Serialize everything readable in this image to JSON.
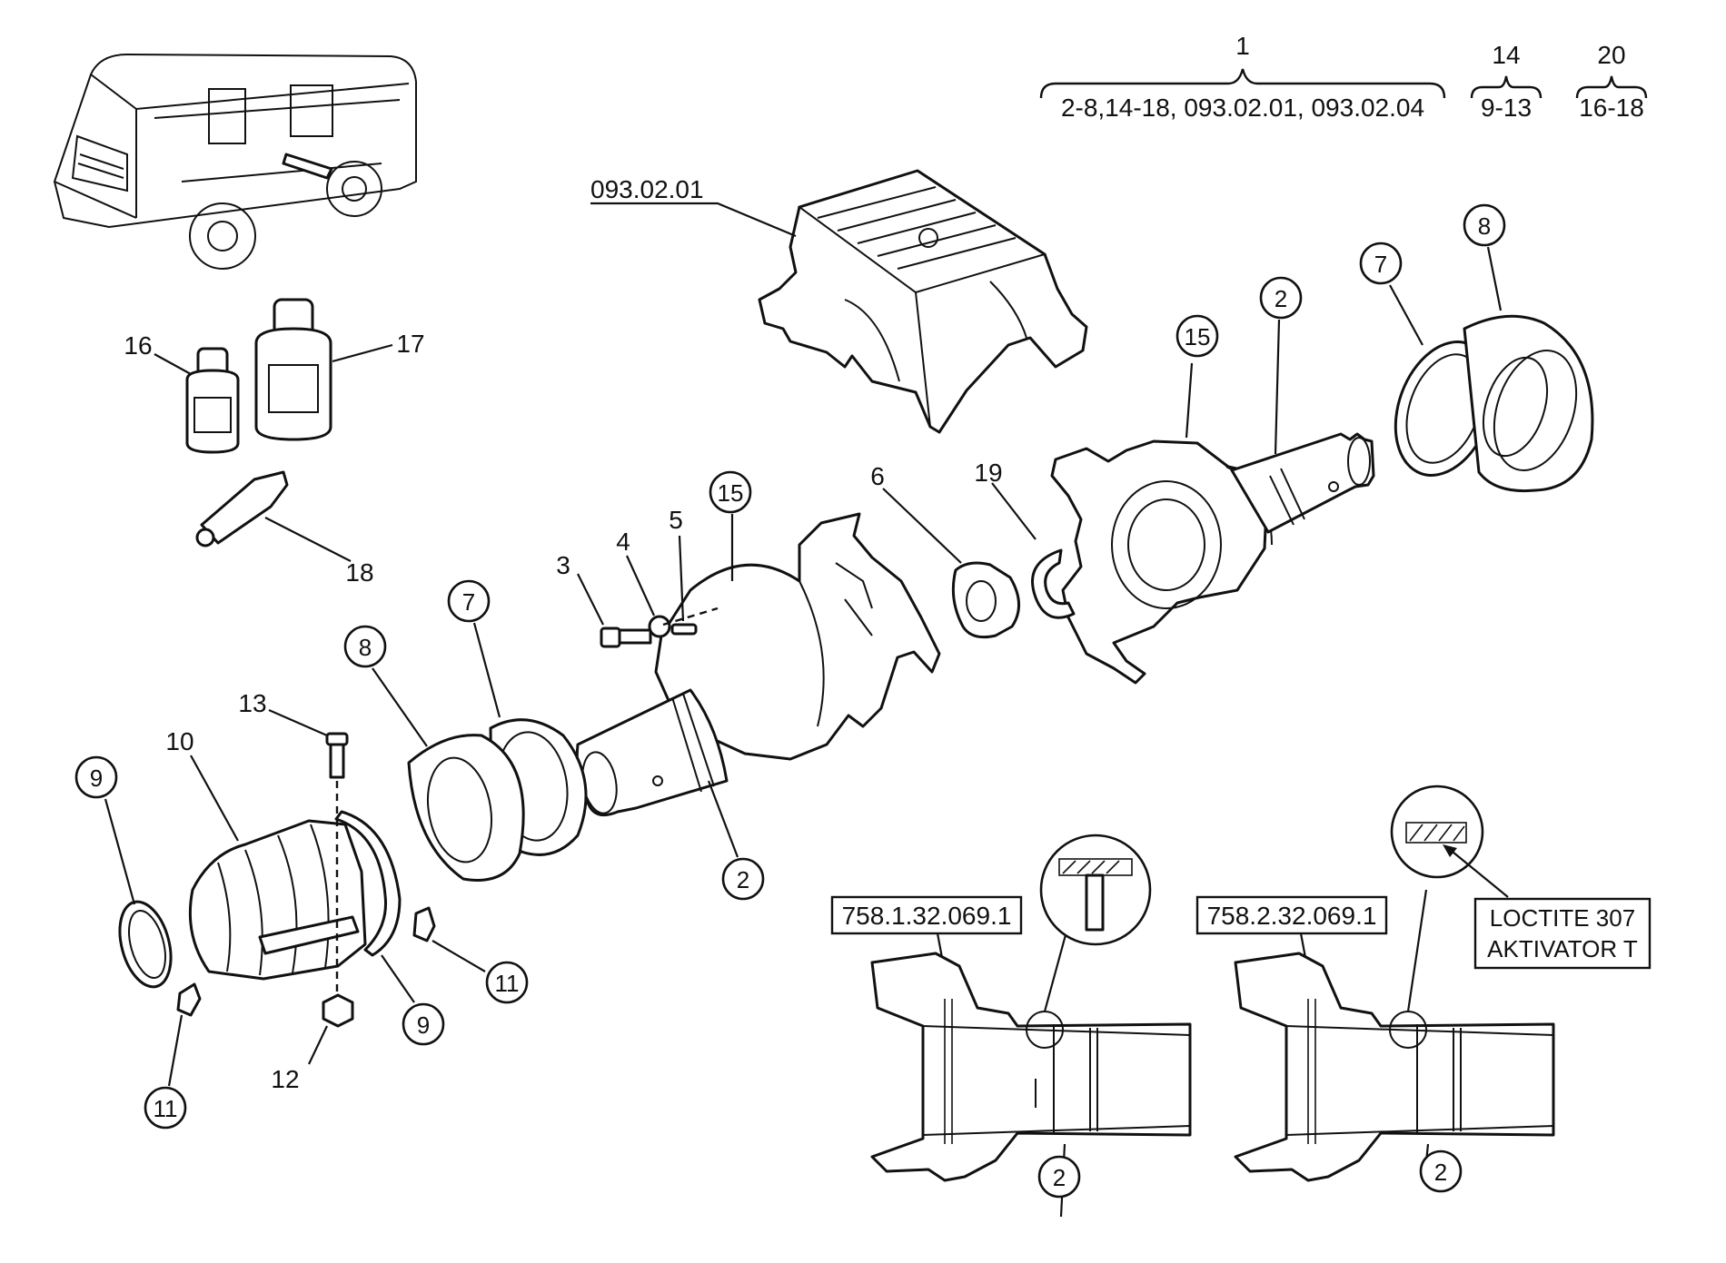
{
  "header_groups": [
    {
      "number": "1",
      "range": "2-8,14-18, 093.02.01, 093.02.04"
    },
    {
      "number": "14",
      "range": "9-13"
    },
    {
      "number": "20",
      "range": "16-18"
    }
  ],
  "ref_labels": {
    "housing": "093.02.01",
    "detail_left": "758.1.32.069.1",
    "detail_right": "758.2.32.069.1"
  },
  "note": {
    "line1": "LOCTITE 307",
    "line2": "AKTIVATOR T"
  },
  "plain_labels": {
    "p16": "16",
    "p17": "17",
    "p18": "18",
    "p3": "3",
    "p4": "4",
    "p5": "5",
    "p6": "6",
    "p19": "19",
    "p13": "13",
    "p10": "10",
    "p12": "12"
  },
  "circled_labels": {
    "c15a": "15",
    "c2a": "2",
    "c7a": "7",
    "c8a": "8",
    "c15b": "15",
    "c7b": "7",
    "c8b": "8",
    "c2b": "2",
    "c9a": "9",
    "c9b": "9",
    "c11a": "11",
    "c11b": "11",
    "c2c": "2",
    "c2d": "2"
  }
}
